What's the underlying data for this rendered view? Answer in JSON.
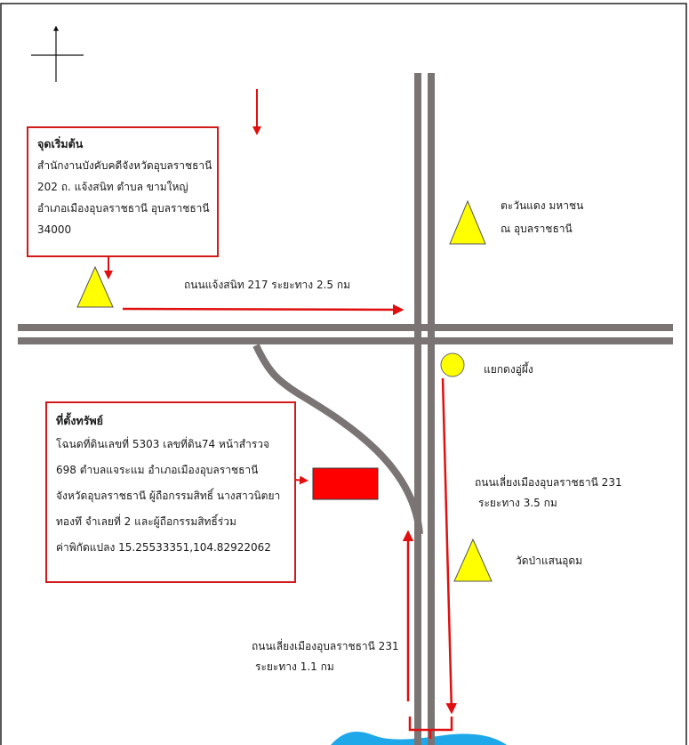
{
  "start_box": {
    "lines": [
      "จุดเริ่มต้น",
      "สำนักงานบังคับคดีจังหวัดอุบลราชธานี",
      "202 ถ. แจ้งสนิท ตำบล ขามใหญ่",
      "อำเภอเมืองอุบลราชธานี อุบลราชธานี",
      "34000"
    ]
  },
  "property_box": {
    "lines": [
      "ที่ตั้งทรัพย์",
      "โฉนดที่ดินเลขที่ 5303 เลขที่ดิน74 หน้าสำรวจ",
      "698 ตำบลแจระแม อำเภอเมืองอุบลราชธานี",
      "จังหวัดอุบลราชธานี ผู้ถือกรรมสิทธิ์ นางสาวนิตยา",
      "ทองทึ จำเลยที่ 2 และผู้ถือกรรมสิทธิ์ร่วม",
      "ค่าพิกัดแปลง 15.25533351,104.82922062"
    ]
  },
  "landmarks": {
    "tawandaeng_line1": "ตะวันแดง มหาชน",
    "tawandaeng_line2": "ณ อุบลราชธานี",
    "wat": "วัดป่าแสนอุดม",
    "intersection": "แยกดงอู่ผึ้ง"
  },
  "routes": {
    "road_cheangsanit": "ถนนแจ้งสนิท 217 ระยะทาง 2.5 กม",
    "bypass_upper_line1": "ถนนเลี่ยงเมืองอุบลราชธานี 231",
    "bypass_upper_line2": "ระยะทาง 3.5 กม",
    "bypass_lower_line1": "ถนนเลี่ยงเมืองอุบลราชธานี 231",
    "bypass_lower_line2": "ระยะทาง 1.1 กม"
  },
  "colors": {
    "road": "#7a7474",
    "route_arrow": "#e01010",
    "landmark_marker": "#ffff00",
    "property_marker": "#ff0000",
    "water": "#1ea8ea"
  },
  "icons": {
    "compass": "north-arrow-icon",
    "landmark": "triangle-marker-icon",
    "junction": "circle-marker-icon",
    "property": "rectangle-marker-icon"
  }
}
